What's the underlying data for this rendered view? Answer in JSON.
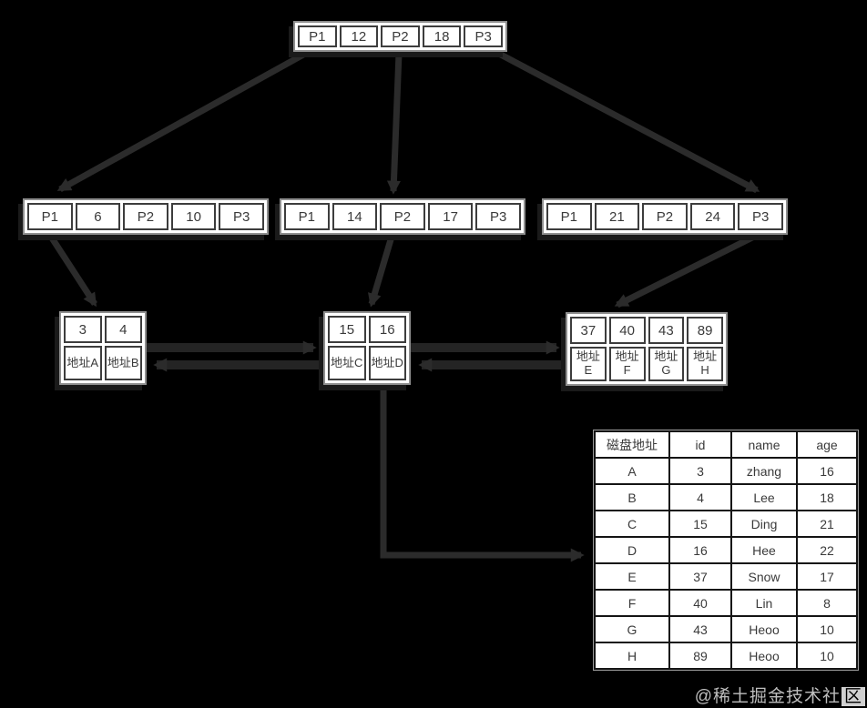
{
  "nodes": {
    "root": {
      "cells": [
        "P1",
        "12",
        "P2",
        "18",
        "P3"
      ]
    },
    "internal": [
      {
        "cells": [
          "P1",
          "6",
          "P2",
          "10",
          "P3"
        ]
      },
      {
        "cells": [
          "P1",
          "14",
          "P2",
          "17",
          "P3"
        ]
      },
      {
        "cells": [
          "P1",
          "21",
          "P2",
          "24",
          "P3"
        ]
      }
    ],
    "leaves": [
      {
        "keys": [
          "3",
          "4"
        ],
        "addrs": [
          "地址A",
          "地址B"
        ]
      },
      {
        "keys": [
          "15",
          "16"
        ],
        "addrs": [
          "地址C",
          "地址D"
        ]
      },
      {
        "keys": [
          "37",
          "40",
          "43",
          "89"
        ],
        "addrs": [
          "地址E",
          "地址F",
          "地址G",
          "地址H"
        ]
      }
    ]
  },
  "connections": [
    "root -> internal-left",
    "root -> internal-middle",
    "root -> internal-right",
    "internal-left -> leaf-left",
    "internal-middle -> leaf-middle",
    "internal-right -> leaf-right",
    "leaf-left <-> leaf-middle",
    "leaf-middle <-> leaf-right",
    "leaf-middle -> table"
  ],
  "table": {
    "headers": [
      "磁盘地址",
      "id",
      "name",
      "age"
    ],
    "rows": [
      [
        "A",
        "3",
        "zhang",
        "16"
      ],
      [
        "B",
        "4",
        "Lee",
        "18"
      ],
      [
        "C",
        "15",
        "Ding",
        "21"
      ],
      [
        "D",
        "16",
        "Hee",
        "22"
      ],
      [
        "E",
        "37",
        "Snow",
        "17"
      ],
      [
        "F",
        "40",
        "Lin",
        "8"
      ],
      [
        "G",
        "43",
        "Heoo",
        "10"
      ],
      [
        "H",
        "89",
        "Heoo",
        "10"
      ]
    ]
  },
  "watermark": {
    "text": "@稀土掘金技术社",
    "boxed_char": "区"
  },
  "colors": {
    "background": "#000000",
    "cell_fill": "#ffffff",
    "cell_border": "#3d3d3d",
    "node_outline": "#8f8f8f",
    "arrow": "#2b2b2b",
    "table_border": "#141414",
    "text": "#3a3a3a"
  }
}
